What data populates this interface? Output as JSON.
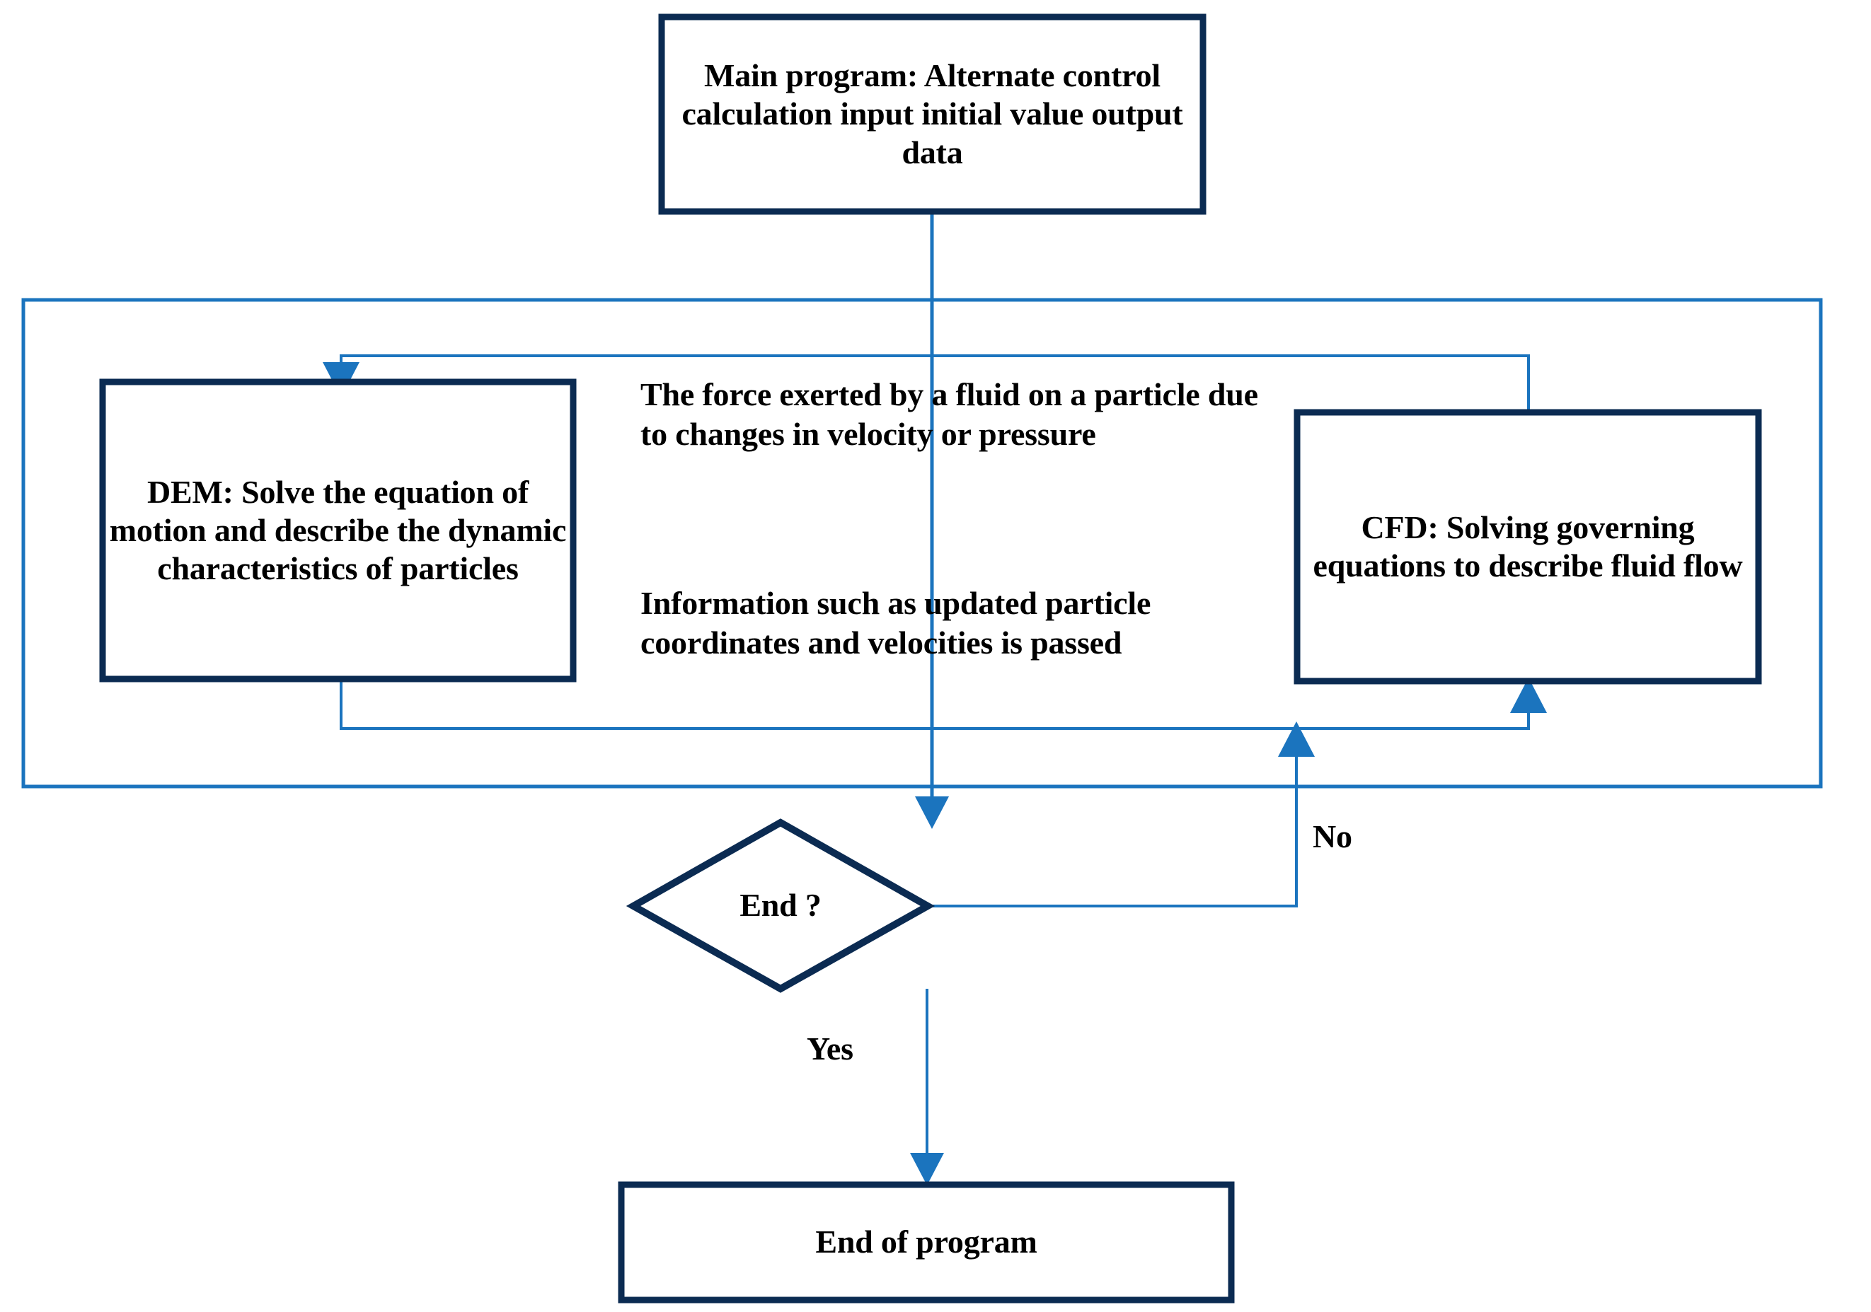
{
  "diagram": {
    "title": "CFD-DEM coupling program flowchart",
    "colors": {
      "node_border": "#0B2B52",
      "connector": "#1B74BE",
      "background": "#FFFFFF",
      "text": "#000000"
    },
    "nodes": {
      "main_program": {
        "shape": "rectangle",
        "text": "Main program: Alternate control calculation input initial value output data"
      },
      "dem": {
        "shape": "rectangle",
        "text": "DEM: Solve the equation of motion and describe the dynamic characteristics of particles"
      },
      "cfd": {
        "shape": "rectangle",
        "text": "CFD: Solving governing equations to describe fluid flow"
      },
      "decision": {
        "shape": "diamond",
        "text": "End ?"
      },
      "end_program": {
        "shape": "rectangle",
        "text": "End of program"
      }
    },
    "annotations": {
      "force_note": "The force exerted by a fluid on a particle due to changes in velocity or pressure",
      "info_note": "Information such as updated particle coordinates and velocities is passed"
    },
    "edge_labels": {
      "no": "No",
      "yes": "Yes"
    }
  }
}
